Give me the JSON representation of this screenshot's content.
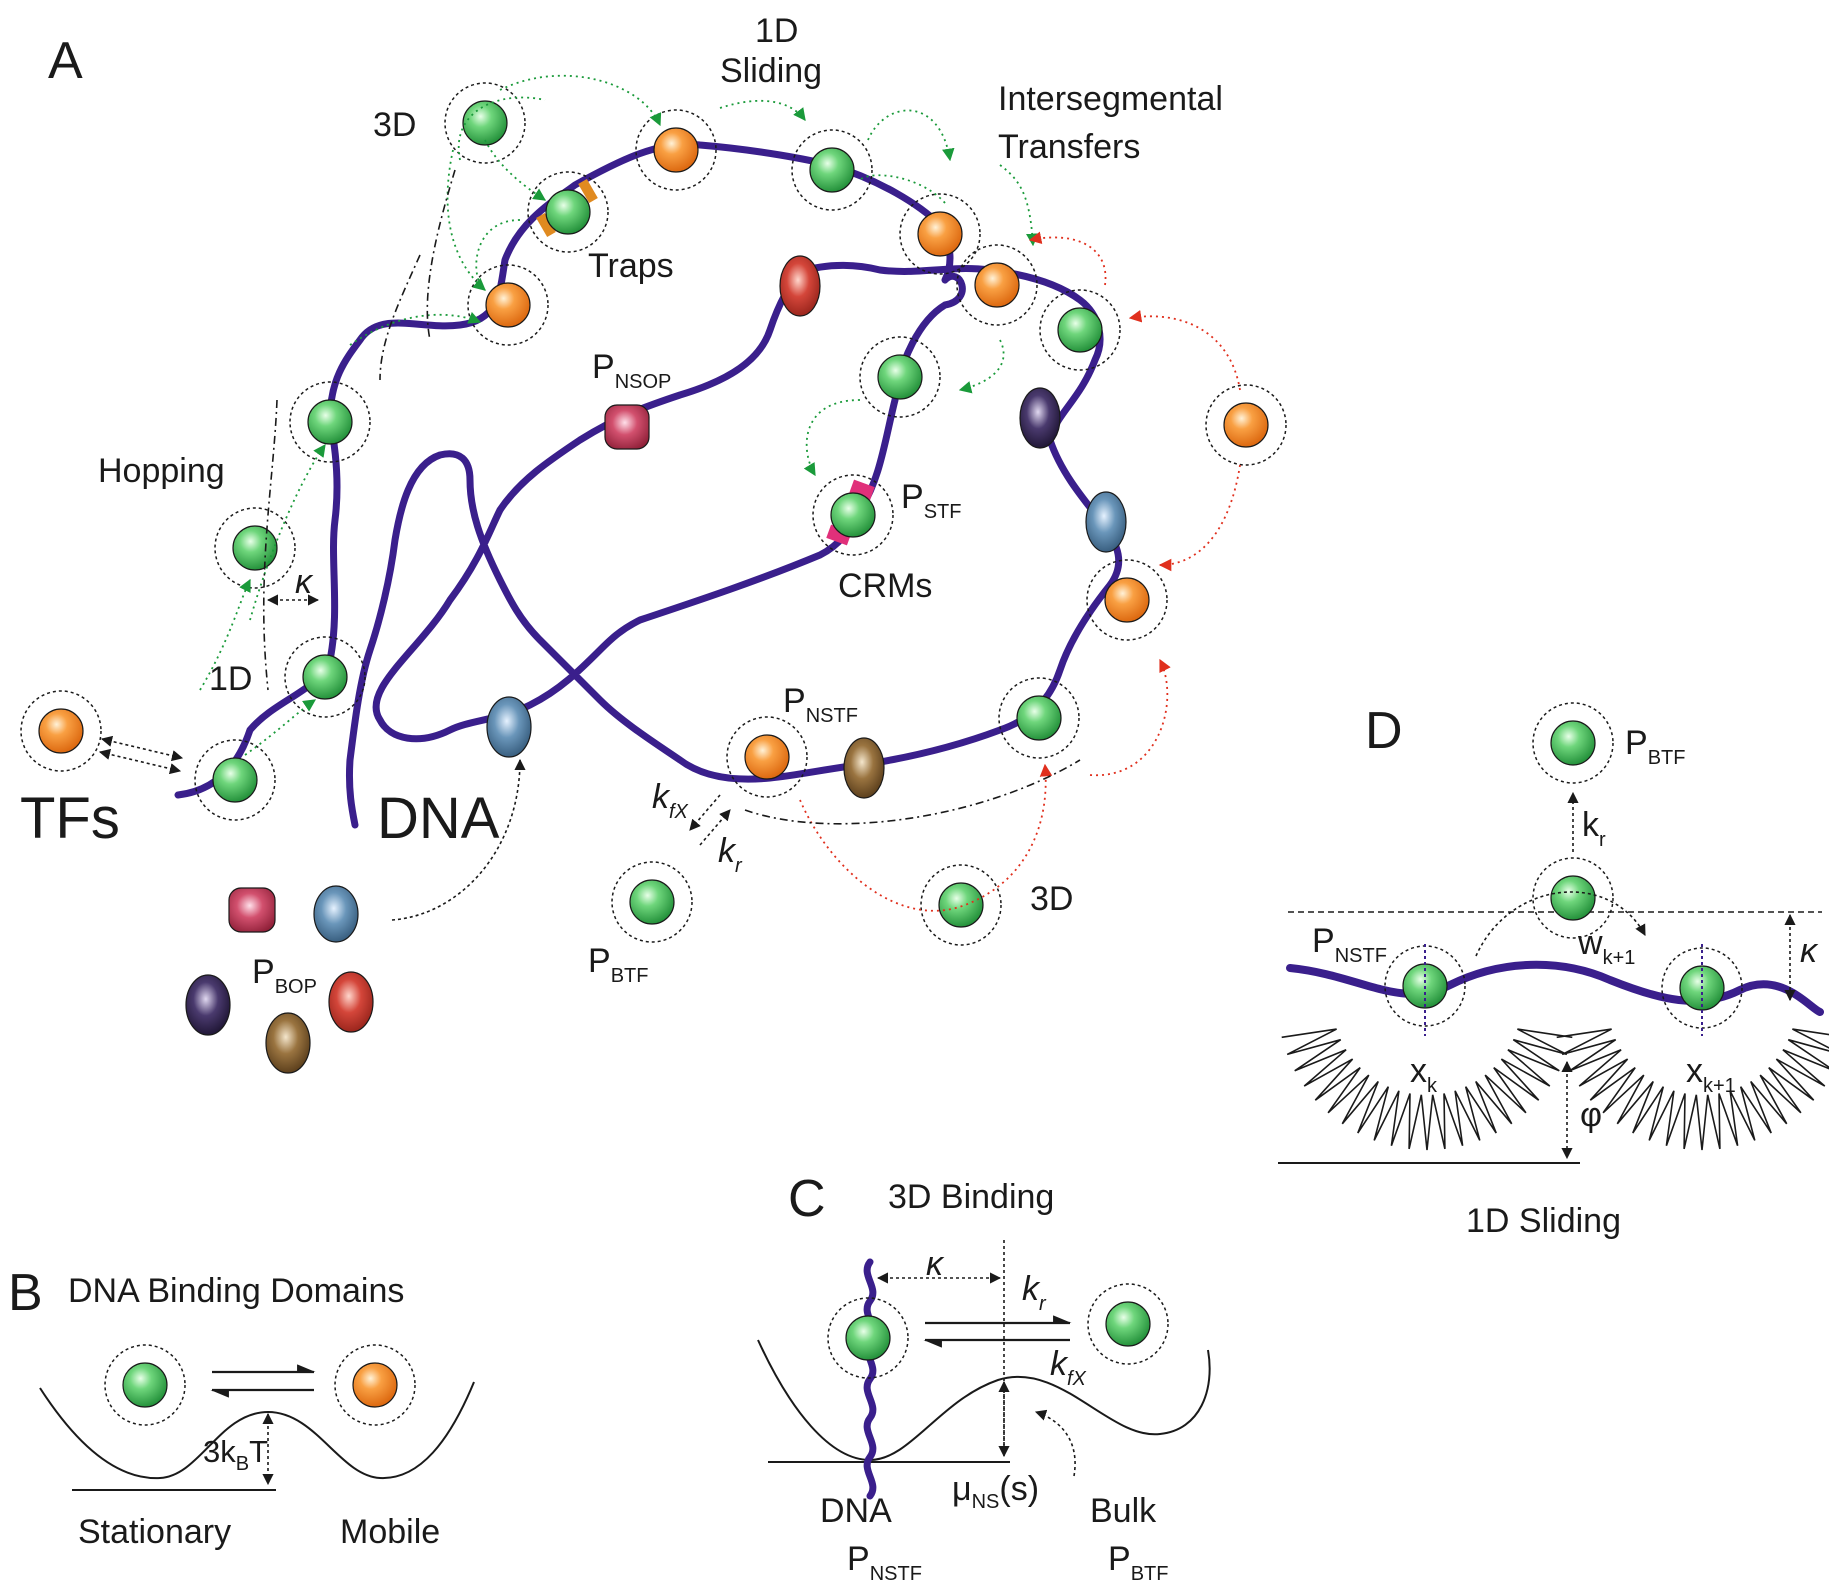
{
  "panels": {
    "a": {
      "letter": "A",
      "three_d": "3D",
      "sliding_1": "1D",
      "sliding_2": "Sliding",
      "intersegmental_1": "Intersegmental",
      "intersegmental_2": "Transfers",
      "traps": "Traps",
      "p_nsop": "P",
      "p_nsop_sub": "NSOP",
      "hopping": "Hopping",
      "kappa": "κ",
      "one_d": "1D",
      "tfs": "TFs",
      "dna": "DNA",
      "p_stf": "P",
      "p_stf_sub": "STF",
      "crms": "CRMs",
      "p_nstf": "P",
      "p_nstf_sub": "NSTF",
      "k_fx": "k",
      "k_fx_sub": "fX",
      "k_r": "k",
      "k_r_sub": "r",
      "p_btf": "P",
      "p_btf_sub": "BTF",
      "three_d_bottom": "3D",
      "p_bop": "P",
      "p_bop_sub": "BOP"
    },
    "b": {
      "letter": "B",
      "title": "DNA Binding Domains",
      "energy": "3k",
      "energy_sub": "B",
      "energy_t": "T",
      "left": "Stationary",
      "right": "Mobile"
    },
    "c": {
      "letter": "C",
      "title": "3D Binding",
      "kappa": "κ",
      "k_r": "k",
      "k_r_sub": "r",
      "k_fx": "k",
      "k_fx_sub": "fX",
      "dna": "DNA",
      "p_nstf": "P",
      "p_nstf_sub": "NSTF",
      "mu": "μ",
      "mu_sub": "NS",
      "mu_arg": "(s)",
      "bulk": "Bulk",
      "p_btf": "P",
      "p_btf_sub": "BTF"
    },
    "d": {
      "letter": "D",
      "title": "1D Sliding",
      "p_btf": "P",
      "p_btf_sub": "BTF",
      "k_r": "k",
      "k_r_sub": "r",
      "p_nstf": "P",
      "p_nstf_sub": "NSTF",
      "w": "w",
      "w_sub": "k+1",
      "kappa": "κ",
      "x_k": "x",
      "x_k_sub": "k",
      "x_k1": "x",
      "x_k1_sub": "k+1",
      "phi": "φ"
    }
  },
  "colors": {
    "dna": "#3a1f8c",
    "green_tf": "#2eaa4a",
    "orange_tf": "#f07c14",
    "arrow_green": "#1a9a3a",
    "arrow_red": "#e0301e",
    "protein_red": "#c0302a",
    "protein_pink": "#c23a5a",
    "protein_blue": "#4a7aa0",
    "protein_purple": "#2a1e4a",
    "protein_brown": "#7a5a2a"
  }
}
